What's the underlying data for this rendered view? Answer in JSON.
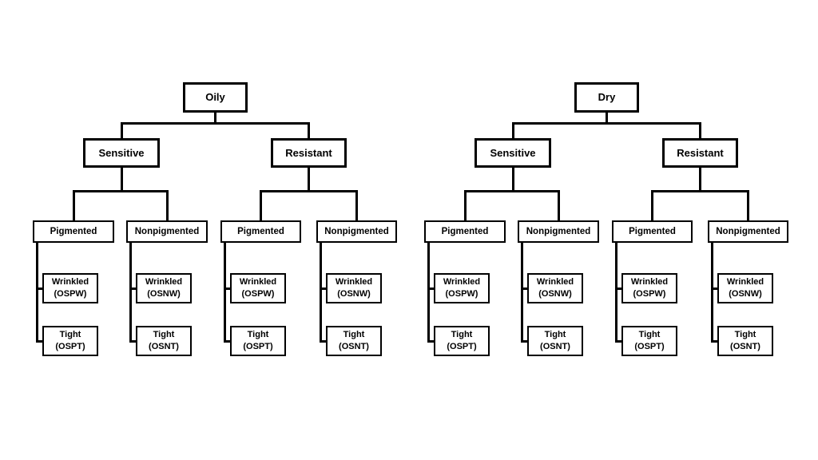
{
  "trees": [
    {
      "root": "Oily",
      "branches": [
        {
          "label": "Sensitive",
          "children": [
            {
              "label": "Pigmented",
              "leaves": [
                {
                  "word": "Wrinkled",
                  "code": "(OSPW)"
                },
                {
                  "word": "Tight",
                  "code": "(OSPT)"
                }
              ]
            },
            {
              "label": "Nonpigmented",
              "leaves": [
                {
                  "word": "Wrinkled",
                  "code": "(OSNW)"
                },
                {
                  "word": "Tight",
                  "code": "(OSNT)"
                }
              ]
            }
          ]
        },
        {
          "label": "Resistant",
          "children": [
            {
              "label": "Pigmented",
              "leaves": [
                {
                  "word": "Wrinkled",
                  "code": "(OSPW)"
                },
                {
                  "word": "Tight",
                  "code": "(OSPT)"
                }
              ]
            },
            {
              "label": "Nonpigmented",
              "leaves": [
                {
                  "word": "Wrinkled",
                  "code": "(OSNW)"
                },
                {
                  "word": "Tight",
                  "code": "(OSNT)"
                }
              ]
            }
          ]
        }
      ]
    },
    {
      "root": "Dry",
      "branches": [
        {
          "label": "Sensitive",
          "children": [
            {
              "label": "Pigmented",
              "leaves": [
                {
                  "word": "Wrinkled",
                  "code": "(OSPW)"
                },
                {
                  "word": "Tight",
                  "code": "(OSPT)"
                }
              ]
            },
            {
              "label": "Nonpigmented",
              "leaves": [
                {
                  "word": "Wrinkled",
                  "code": "(OSNW)"
                },
                {
                  "word": "Tight",
                  "code": "(OSNT)"
                }
              ]
            }
          ]
        },
        {
          "label": "Resistant",
          "children": [
            {
              "label": "Pigmented",
              "leaves": [
                {
                  "word": "Wrinkled",
                  "code": "(OSPW)"
                },
                {
                  "word": "Tight",
                  "code": "(OSPT)"
                }
              ]
            },
            {
              "label": "Nonpigmented",
              "leaves": [
                {
                  "word": "Wrinkled",
                  "code": "(OSNW)"
                },
                {
                  "word": "Tight",
                  "code": "(OSNT)"
                }
              ]
            }
          ]
        }
      ]
    }
  ]
}
